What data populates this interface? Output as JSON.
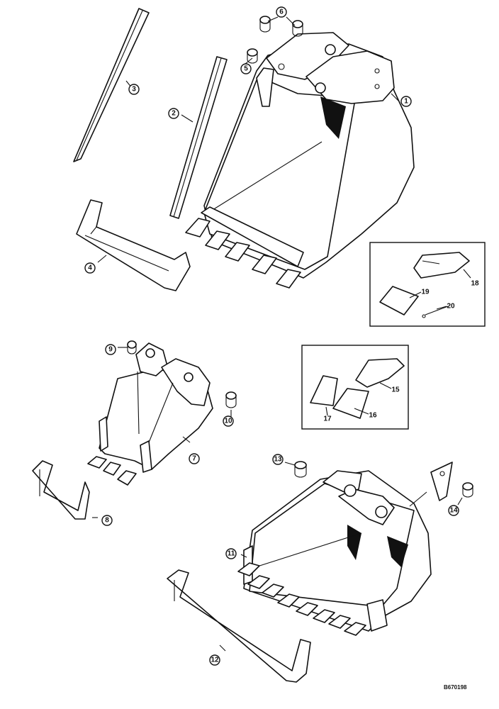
{
  "drawing_number": "B670198",
  "callouts": [
    {
      "id": "c1",
      "label": "1"
    },
    {
      "id": "c2",
      "label": "2"
    },
    {
      "id": "c3",
      "label": "3"
    },
    {
      "id": "c4",
      "label": "4"
    },
    {
      "id": "c5",
      "label": "5"
    },
    {
      "id": "c6",
      "label": "6"
    },
    {
      "id": "c7",
      "label": "7"
    },
    {
      "id": "c8",
      "label": "8"
    },
    {
      "id": "c9",
      "label": "9"
    },
    {
      "id": "c10",
      "label": "10"
    },
    {
      "id": "c11",
      "label": "11"
    },
    {
      "id": "c12",
      "label": "12"
    },
    {
      "id": "c13",
      "label": "13"
    },
    {
      "id": "c14",
      "label": "14"
    }
  ],
  "inset_tooth_top": {
    "labels": [
      "18",
      "19",
      "20"
    ]
  },
  "inset_tooth_mid": {
    "labels": [
      "15",
      "16",
      "17"
    ]
  }
}
